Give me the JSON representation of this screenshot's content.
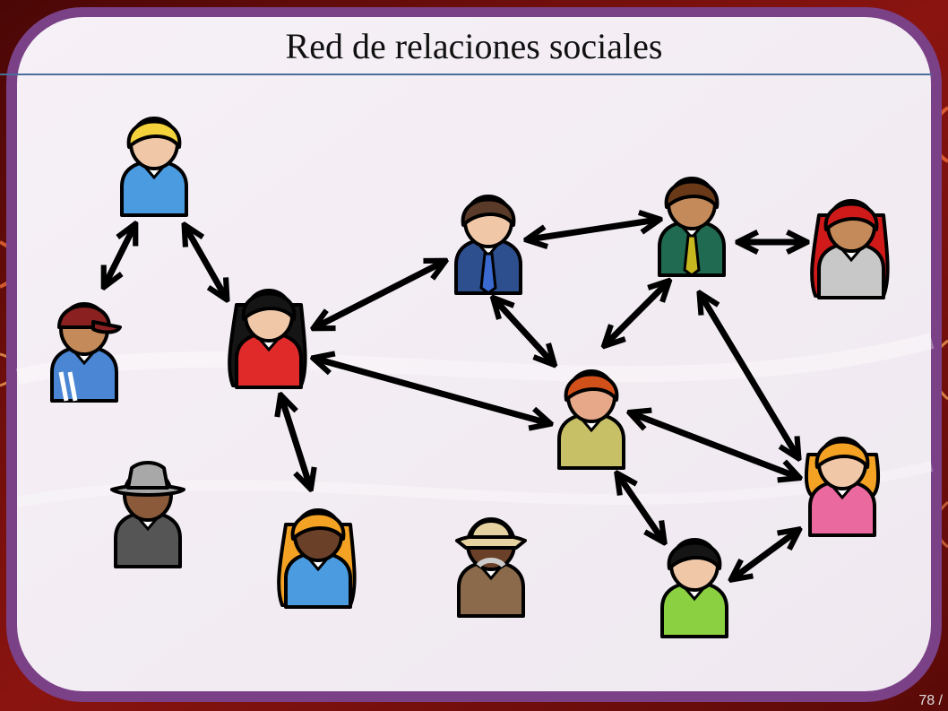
{
  "slide": {
    "title": "Red de relaciones sociales",
    "page_number": "78 /"
  },
  "colors": {
    "frame": "#7a4187",
    "panel": "#f4eef5",
    "background": "#5a0a08",
    "title_rule": "#4a6e9a",
    "arrow": "#000000"
  },
  "people": [
    {
      "id": "blonde-man",
      "icon": "person-icon",
      "hair": "#f3d23c",
      "shirt": "#4a9be0",
      "skin": "#f0c8a8"
    },
    {
      "id": "cap-boy",
      "icon": "person-cap-icon",
      "hair": "#8a2020",
      "shirt": "#4a86d4",
      "skin": "#c48a5a"
    },
    {
      "id": "black-hair-woman",
      "icon": "person-long-hair-icon",
      "hair": "#151515",
      "shirt": "#e02a2a",
      "skin": "#f0c8a8"
    },
    {
      "id": "gray-hat-man",
      "icon": "person-fedora-icon",
      "hair": "#a8a8a8",
      "shirt": "#555555",
      "skin": "#8a5a3a"
    },
    {
      "id": "blonde-woman",
      "icon": "person-long-hair-icon",
      "hair": "#f4a224",
      "shirt": "#4a9be0",
      "skin": "#6a4028"
    },
    {
      "id": "businessman-blue",
      "icon": "person-tie-icon",
      "hair": "#5a3a28",
      "shirt": "#2d4f8e",
      "skin": "#f0c8a8"
    },
    {
      "id": "businessman-green",
      "icon": "person-tie-icon",
      "hair": "#6a3a18",
      "shirt": "#1f6a50",
      "skin": "#c48a5a"
    },
    {
      "id": "red-hair-woman",
      "icon": "person-long-hair-icon",
      "hair": "#d01a1a",
      "shirt": "#c8c8c8",
      "skin": "#c48a5a"
    },
    {
      "id": "redhead-man",
      "icon": "person-icon",
      "hair": "#d2511a",
      "shirt": "#c8c066",
      "skin": "#e6a888"
    },
    {
      "id": "safari-hat-man",
      "icon": "person-safari-hat-icon",
      "hair": "#e6d2a0",
      "shirt": "#8a6a4a",
      "skin": "#6a4028"
    },
    {
      "id": "orange-hair-woman",
      "icon": "person-bob-hair-icon",
      "hair": "#f4a224",
      "shirt": "#ea6aa0",
      "skin": "#f0c8a8"
    },
    {
      "id": "green-shirt-boy",
      "icon": "person-icon",
      "hair": "#151515",
      "shirt": "#8ad040",
      "skin": "#f0c8a8"
    }
  ],
  "connections": [
    {
      "from": "blonde-man",
      "to": "cap-boy"
    },
    {
      "from": "blonde-man",
      "to": "black-hair-woman"
    },
    {
      "from": "black-hair-woman",
      "to": "businessman-blue"
    },
    {
      "from": "black-hair-woman",
      "to": "redhead-man"
    },
    {
      "from": "black-hair-woman",
      "to": "blonde-woman"
    },
    {
      "from": "businessman-blue",
      "to": "businessman-green"
    },
    {
      "from": "businessman-blue",
      "to": "redhead-man"
    },
    {
      "from": "businessman-green",
      "to": "red-hair-woman"
    },
    {
      "from": "businessman-green",
      "to": "redhead-man"
    },
    {
      "from": "businessman-green",
      "to": "orange-hair-woman"
    },
    {
      "from": "redhead-man",
      "to": "orange-hair-woman"
    },
    {
      "from": "redhead-man",
      "to": "green-shirt-boy"
    },
    {
      "from": "green-shirt-boy",
      "to": "orange-hair-woman"
    }
  ]
}
